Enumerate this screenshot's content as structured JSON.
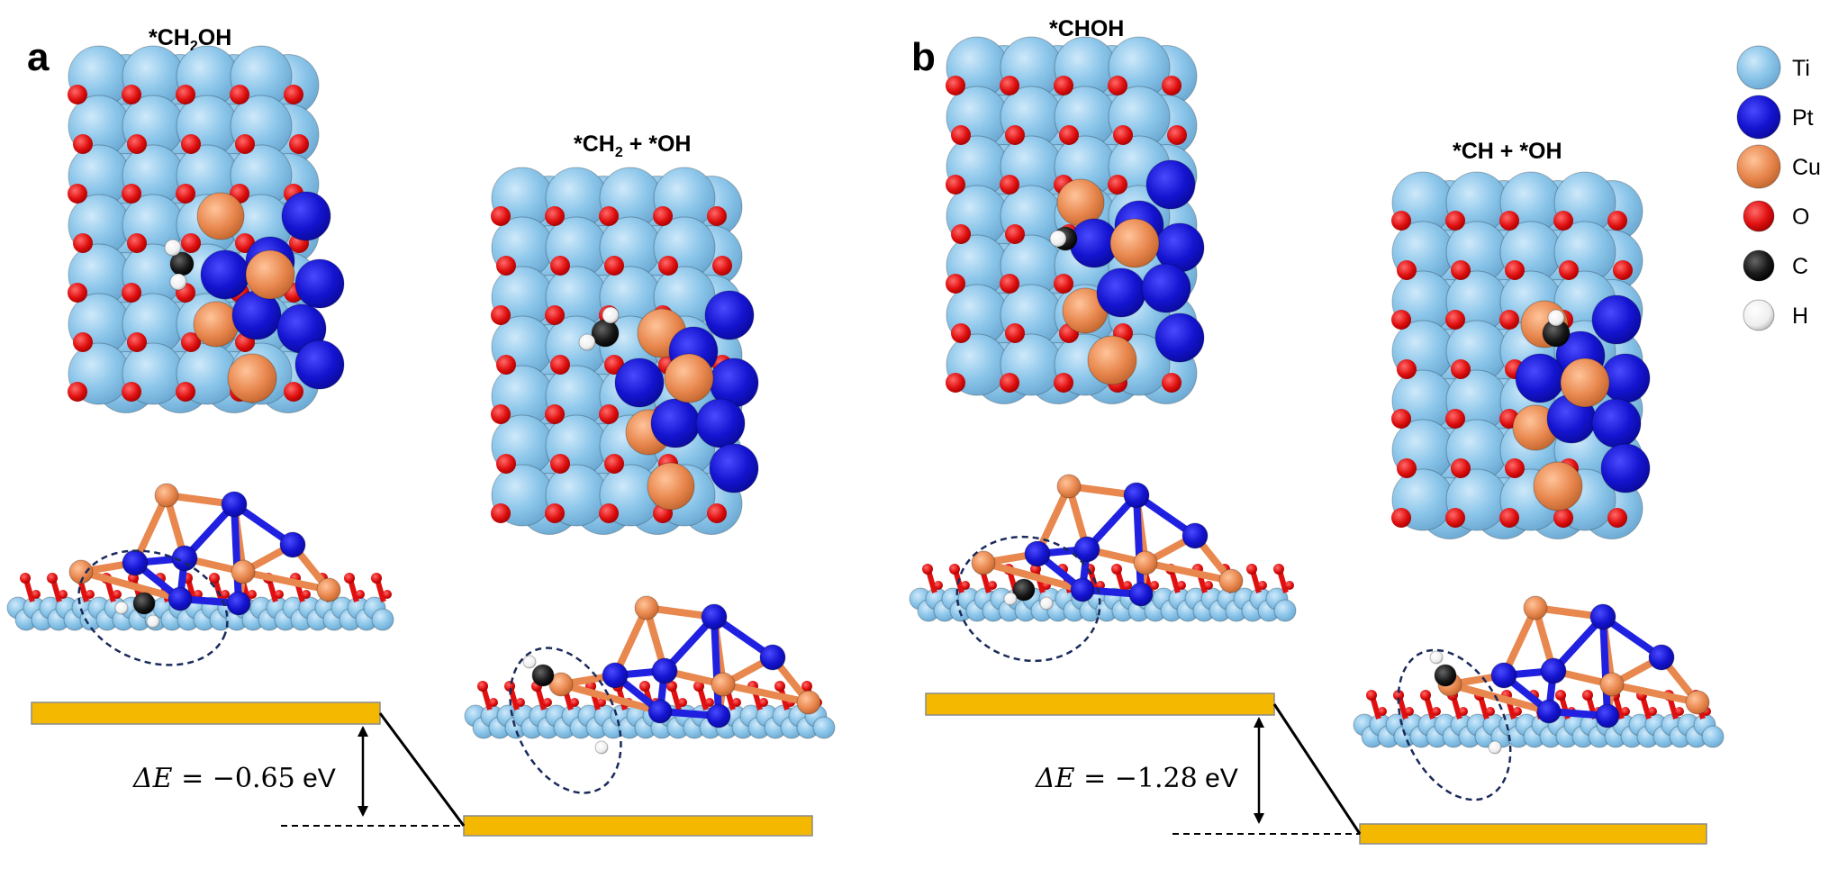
{
  "panels": [
    {
      "letter": "a",
      "initial_state": {
        "label_prefix": "*CH",
        "sub": "2",
        "label_suffix": "OH"
      },
      "final_state": {
        "label_prefix": "*CH",
        "sub": "2",
        "label_suffix": " + *OH"
      },
      "delta_e": {
        "symbol": "ΔE",
        "equals": " = ",
        "value": "−0.65",
        "unit": " eV"
      }
    },
    {
      "letter": "b",
      "initial_state": {
        "label_prefix": "*CHOH",
        "sub": "",
        "label_suffix": ""
      },
      "final_state": {
        "label_prefix": "*CH + *OH",
        "sub": "",
        "label_suffix": ""
      },
      "delta_e": {
        "symbol": "ΔE",
        "equals": " = ",
        "value": "−1.28",
        "unit": " eV"
      }
    }
  ],
  "legend": [
    {
      "element": "Ti",
      "color": "#87c3e8"
    },
    {
      "element": "Pt",
      "color": "#1515d8"
    },
    {
      "element": "Cu",
      "color": "#e8874e"
    },
    {
      "element": "O",
      "color": "#e01010"
    },
    {
      "element": "C",
      "color": "#1a1a1a"
    },
    {
      "element": "H",
      "color": "#f2f2f2"
    }
  ],
  "colors": {
    "energy_level": "#f5b800",
    "bond_pt": "#2020e0",
    "bond_cu": "#e8874e",
    "highlight_ellipse": "#1a2a5a"
  }
}
